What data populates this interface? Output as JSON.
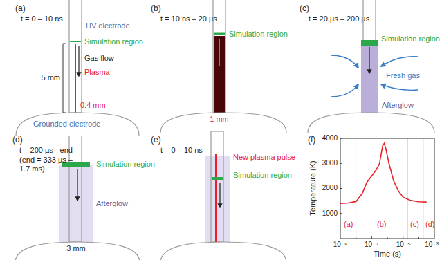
{
  "diagram": {
    "nodes": [
      {
        "text": [
          "Grounded electrode"
        ]
      }
    ],
    "labels": [
      "(a)",
      "t = 0 – 10 ns",
      "HV electrode",
      "Simulation region",
      "Gas flow",
      "5 mm",
      "Plasma",
      "0.4 mm",
      "(b)",
      "t = 10 ns – 20 µs",
      "Simulation region",
      "1 mm",
      "(c)",
      "t = 20 µs – 200 µs",
      "Simulation region",
      "Fresh gas",
      "Afterglow",
      "(d)",
      "t = 200 µs - end",
      "(end = 333 µs – 1.7 ms)",
      "Simulation region",
      "Afterglow",
      "3 mm",
      "(e)",
      "t = 0 – 10 ns",
      "New plasma pulse",
      "Simulation region",
      "(f)",
      "4000",
      "3000",
      "2000",
      "1000",
      "Temperature (K)",
      "10⁻⁹",
      "10⁻⁷",
      "10⁻⁵",
      "10⁻³",
      "Time (s)",
      "(a)",
      "(b)",
      "(c)",
      "(d)"
    ]
  }
}
